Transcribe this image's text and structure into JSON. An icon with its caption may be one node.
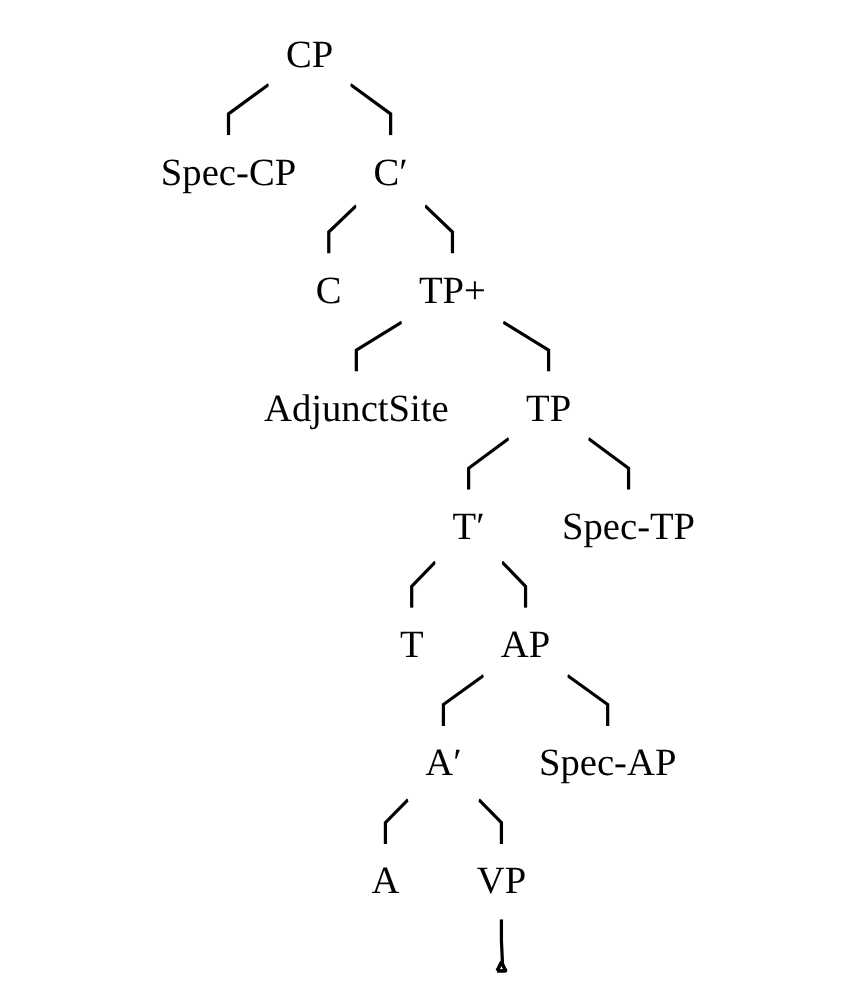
{
  "diagram": {
    "nodes": [
      {
        "text": [
          "CP"
        ]
      },
      {
        "text": [
          "Spec-CP"
        ]
      },
      {
        "text": [
          "C′"
        ]
      },
      {
        "text": [
          "C"
        ]
      },
      {
        "text": [
          "TP+"
        ]
      },
      {
        "text": [
          "AdjunctSite"
        ]
      },
      {
        "text": [
          "TP"
        ]
      },
      {
        "text": [
          "T′"
        ]
      },
      {
        "text": [
          "Spec-TP"
        ]
      },
      {
        "text": [
          "T"
        ]
      },
      {
        "text": [
          "AP"
        ]
      },
      {
        "text": [
          "A′"
        ]
      },
      {
        "text": [
          "Spec-AP"
        ]
      },
      {
        "text": [
          "A"
        ]
      },
      {
        "text": [
          "VP"
        ]
      },
      {
        "text": [],
        "shape": "triangle"
      }
    ],
    "edges": [
      {
        "from": 0,
        "to": 1,
        "arrow": "none"
      },
      {
        "from": 0,
        "to": 2,
        "arrow": "none"
      },
      {
        "from": 2,
        "to": 3,
        "arrow": "none"
      },
      {
        "from": 2,
        "to": 4,
        "arrow": "none"
      },
      {
        "from": 4,
        "to": 5,
        "arrow": "none"
      },
      {
        "from": 4,
        "to": 6,
        "arrow": "none"
      },
      {
        "from": 6,
        "to": 7,
        "arrow": "none"
      },
      {
        "from": 6,
        "to": 8,
        "arrow": "none"
      },
      {
        "from": 7,
        "to": 9,
        "arrow": "none"
      },
      {
        "from": 7,
        "to": 10,
        "arrow": "none"
      },
      {
        "from": 10,
        "to": 11,
        "arrow": "none"
      },
      {
        "from": 10,
        "to": 12,
        "arrow": "none"
      },
      {
        "from": 11,
        "to": 13,
        "arrow": "none"
      },
      {
        "from": 11,
        "to": 14,
        "arrow": "none"
      },
      {
        "from": 14,
        "to": 15,
        "arrow": "none"
      }
    ]
  }
}
